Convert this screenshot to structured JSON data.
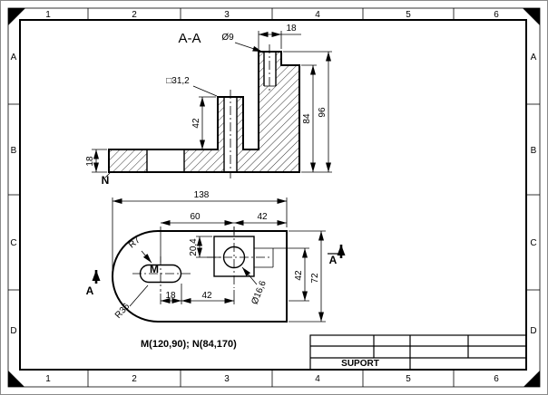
{
  "frame": {
    "cols": [
      "1",
      "2",
      "3",
      "4",
      "5",
      "6"
    ],
    "rows": [
      "A",
      "B",
      "C",
      "D"
    ]
  },
  "title_block": {
    "part_name": "SUPORT"
  },
  "note": "M(120,90);  N(84,170)",
  "section_view": {
    "title": "A-A",
    "point_n": "N",
    "dims": {
      "hole_dia": "Ø9",
      "top_width": "18",
      "square": "□31,2",
      "boss_height": "42",
      "height_84": "84",
      "height_96": "96",
      "base_height": "18"
    }
  },
  "plan_view": {
    "point_m": "M",
    "section_letter": "A",
    "dims": {
      "length": "138",
      "width_60": "60",
      "width_42": "42",
      "offset_20_4": "20,4",
      "offset_18": "18",
      "offset_42": "42",
      "height_42": "42",
      "height_72": "72",
      "radius_7": "R7",
      "radius_36": "R36",
      "hole_dia": "Ø16,6"
    }
  }
}
